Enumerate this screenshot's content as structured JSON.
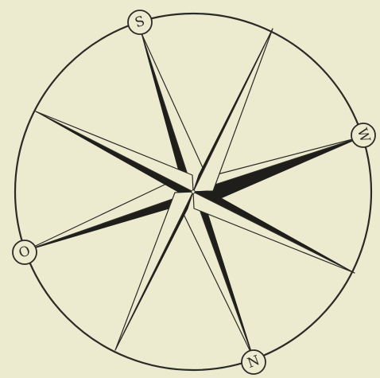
{
  "compass": {
    "labels": {
      "top": "S",
      "right": "W",
      "bottom": "N",
      "left": "O"
    },
    "colors": {
      "paper": "#ecebd0",
      "ink": "#1f1e1b"
    }
  }
}
